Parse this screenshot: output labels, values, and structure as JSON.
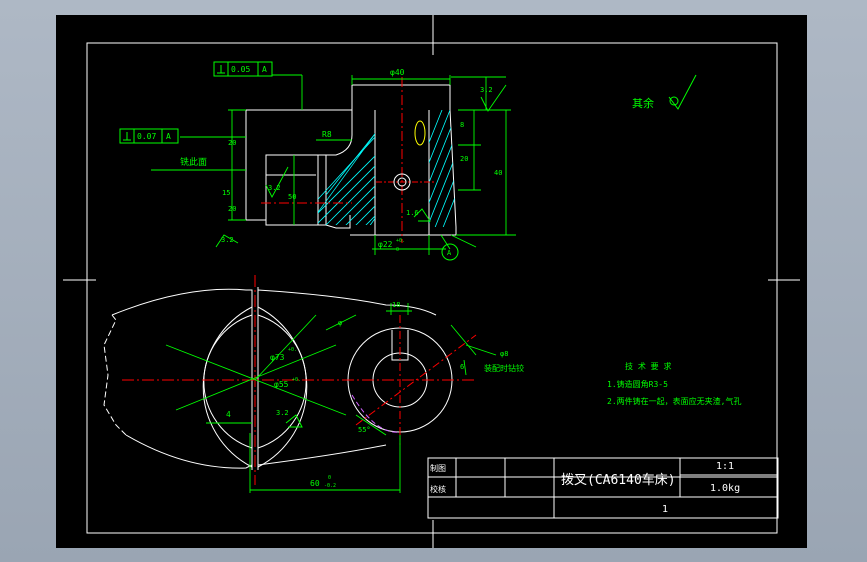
{
  "colors": {
    "background": "#000000",
    "frame": "#ffffff",
    "dimension": "#00ff00",
    "centerline": "#ff0000",
    "accent": "#ffff00",
    "hatch": "#00ffff",
    "outer": "#aab4c2"
  },
  "top_view": {
    "tol1_val": "0.05",
    "tol1_ref": "A",
    "tol2_val": "0.07",
    "tol2_ref": "A",
    "d_top": "φ40",
    "r_label": "R8",
    "d_bottom": "φ22",
    "d_bottom_sup": "+0.",
    "d_bottom_sub": "0",
    "roughness": [
      "3.2",
      "3.2",
      "3.2",
      "1.6"
    ],
    "label_datum_face": "铣此面",
    "datum_a": "A",
    "d_v1": "20",
    "d_v2": "15",
    "d_v3": "20",
    "d_v4": "50",
    "d_r1": "8",
    "d_r2": "20",
    "d_r3": "40"
  },
  "remarks": {
    "other": "其余"
  },
  "bottom_view": {
    "big_d_main": "φ73",
    "big_d_sup": "+0.",
    "small_d_main": "φ55",
    "small_d_sup": "+0.",
    "dim_4": "4",
    "dim_32": "3.2",
    "dim_60_main": "60",
    "dim_60_sup": "0",
    "dim_60_sub": "-0.2",
    "dim_18": "18",
    "dim_6": "6",
    "dim_55": "55°",
    "dim_phi8": "φ8",
    "dim_phi": "φ",
    "label_pin": "装配时钻铰"
  },
  "notes": {
    "title": "技 术 要 求",
    "line1": "1.铸造圆角R3-5",
    "line2": "2.两件铸在一起，表面应无夹渣,气孔"
  },
  "title_block": {
    "draw_label": "制图",
    "check_label": "校核",
    "part_name": "拨叉(CA6140车床)",
    "scale": "1:1",
    "weight": "1.0kg",
    "sheet": "1"
  }
}
